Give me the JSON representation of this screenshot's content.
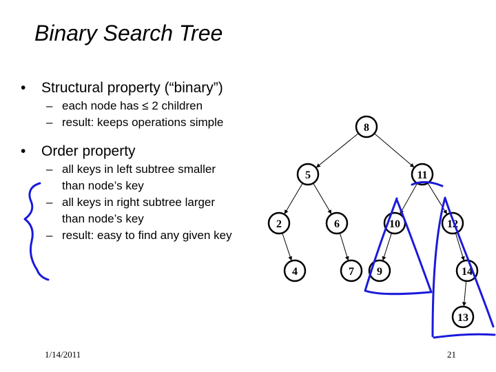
{
  "slide": {
    "title": "Binary Search Tree",
    "footer_date": "1/14/2011",
    "page_number": "21"
  },
  "bullets": [
    {
      "bullet": "•",
      "text": "Structural property (“binary”)",
      "subitems": [
        {
          "dash": "–",
          "lines": [
            "each node has ≤ 2 children"
          ]
        },
        {
          "dash": "–",
          "lines": [
            "result: keeps operations simple"
          ]
        }
      ]
    },
    {
      "bullet": "•",
      "text": "Order property",
      "subitems": [
        {
          "dash": "–",
          "lines": [
            "all keys in left subtree smaller",
            "than node’s key"
          ]
        },
        {
          "dash": "–",
          "lines": [
            "all keys in right subtree larger",
            "than node’s key"
          ]
        },
        {
          "dash": "–",
          "lines": [
            "result: easy to find any given key"
          ]
        }
      ]
    }
  ],
  "tree": {
    "nodes": [
      {
        "id": "n8",
        "label": "8"
      },
      {
        "id": "n5",
        "label": "5"
      },
      {
        "id": "n11",
        "label": "11"
      },
      {
        "id": "n2",
        "label": "2"
      },
      {
        "id": "n6",
        "label": "6"
      },
      {
        "id": "n10",
        "label": "10"
      },
      {
        "id": "n12",
        "label": "12"
      },
      {
        "id": "n4",
        "label": "4"
      },
      {
        "id": "n7",
        "label": "7"
      },
      {
        "id": "n9",
        "label": "9"
      },
      {
        "id": "n14",
        "label": "14"
      },
      {
        "id": "n13",
        "label": "13"
      }
    ],
    "edges": [
      [
        "n8",
        "n5"
      ],
      [
        "n8",
        "n11"
      ],
      [
        "n5",
        "n2"
      ],
      [
        "n5",
        "n6"
      ],
      [
        "n11",
        "n10"
      ],
      [
        "n11",
        "n12"
      ],
      [
        "n2",
        "n4"
      ],
      [
        "n6",
        "n7"
      ],
      [
        "n10",
        "n9"
      ],
      [
        "n12",
        "n14"
      ],
      [
        "n14",
        "n13"
      ]
    ]
  },
  "colors": {
    "ink": "#1a1adb",
    "node_stroke": "#000000",
    "edge": "#000000"
  }
}
